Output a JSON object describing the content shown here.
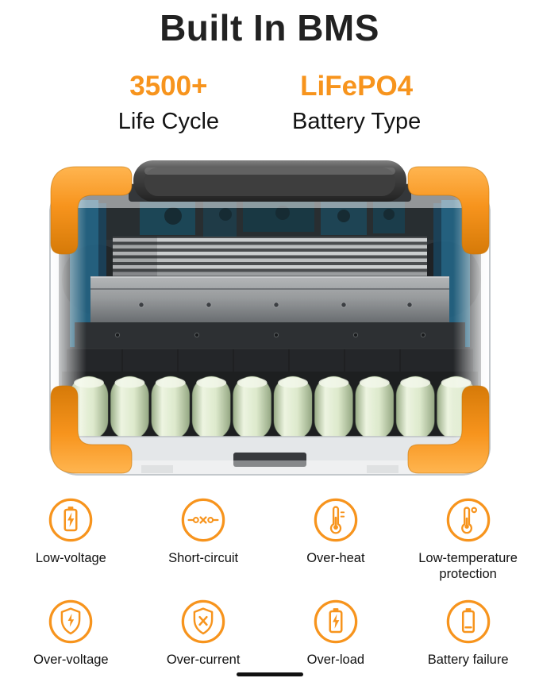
{
  "title": "Built In BMS",
  "colors": {
    "accent": "#F7941D",
    "title_text": "#222222",
    "body_text": "#111111"
  },
  "stats": [
    {
      "value": "3500+",
      "label": "Life Cycle"
    },
    {
      "value": "LiFePO4",
      "label": "Battery Type"
    }
  ],
  "product": {
    "image_name": "power-station-internal-cutaway-render"
  },
  "features": [
    {
      "icon": "battery-lightning-icon",
      "label": "Low-voltage"
    },
    {
      "icon": "broken-circuit-icon",
      "label": "Short-circuit"
    },
    {
      "icon": "thermometer-hot-icon",
      "label": "Over-heat"
    },
    {
      "icon": "thermometer-degree-icon",
      "label": "Low-temperature protection"
    },
    {
      "icon": "shield-lightning-icon",
      "label": "Over-voltage"
    },
    {
      "icon": "shield-x-icon",
      "label": "Over-current"
    },
    {
      "icon": "battery-lightning-icon",
      "label": "Over-load"
    },
    {
      "icon": "battery-low-icon",
      "label": "Battery failure"
    }
  ]
}
